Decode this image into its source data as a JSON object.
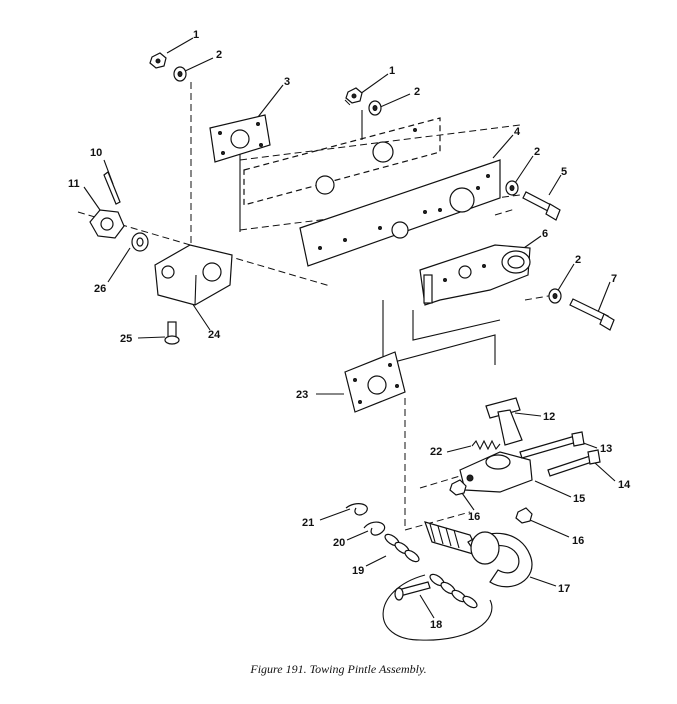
{
  "figure": {
    "caption": "Figure 191.  Towing Pintle Assembly."
  },
  "callouts": [
    {
      "id": "c1a",
      "label": "1"
    },
    {
      "id": "c2a",
      "label": "2"
    },
    {
      "id": "c3",
      "label": "3"
    },
    {
      "id": "c1b",
      "label": "1"
    },
    {
      "id": "c2b",
      "label": "2"
    },
    {
      "id": "c4",
      "label": "4"
    },
    {
      "id": "c2c",
      "label": "2"
    },
    {
      "id": "c5",
      "label": "5"
    },
    {
      "id": "c6",
      "label": "6"
    },
    {
      "id": "c2d",
      "label": "2"
    },
    {
      "id": "c7",
      "label": "7"
    },
    {
      "id": "c10",
      "label": "10"
    },
    {
      "id": "c11",
      "label": "11"
    },
    {
      "id": "c26",
      "label": "26"
    },
    {
      "id": "c24",
      "label": "24"
    },
    {
      "id": "c25",
      "label": "25"
    },
    {
      "id": "c23",
      "label": "23"
    },
    {
      "id": "c12",
      "label": "12"
    },
    {
      "id": "c22",
      "label": "22"
    },
    {
      "id": "c13",
      "label": "13"
    },
    {
      "id": "c14",
      "label": "14"
    },
    {
      "id": "c15",
      "label": "15"
    },
    {
      "id": "c16a",
      "label": "16"
    },
    {
      "id": "c16b",
      "label": "16"
    },
    {
      "id": "c21",
      "label": "21"
    },
    {
      "id": "c20",
      "label": "20"
    },
    {
      "id": "c19",
      "label": "19"
    },
    {
      "id": "c17",
      "label": "17"
    },
    {
      "id": "c18",
      "label": "18"
    }
  ]
}
